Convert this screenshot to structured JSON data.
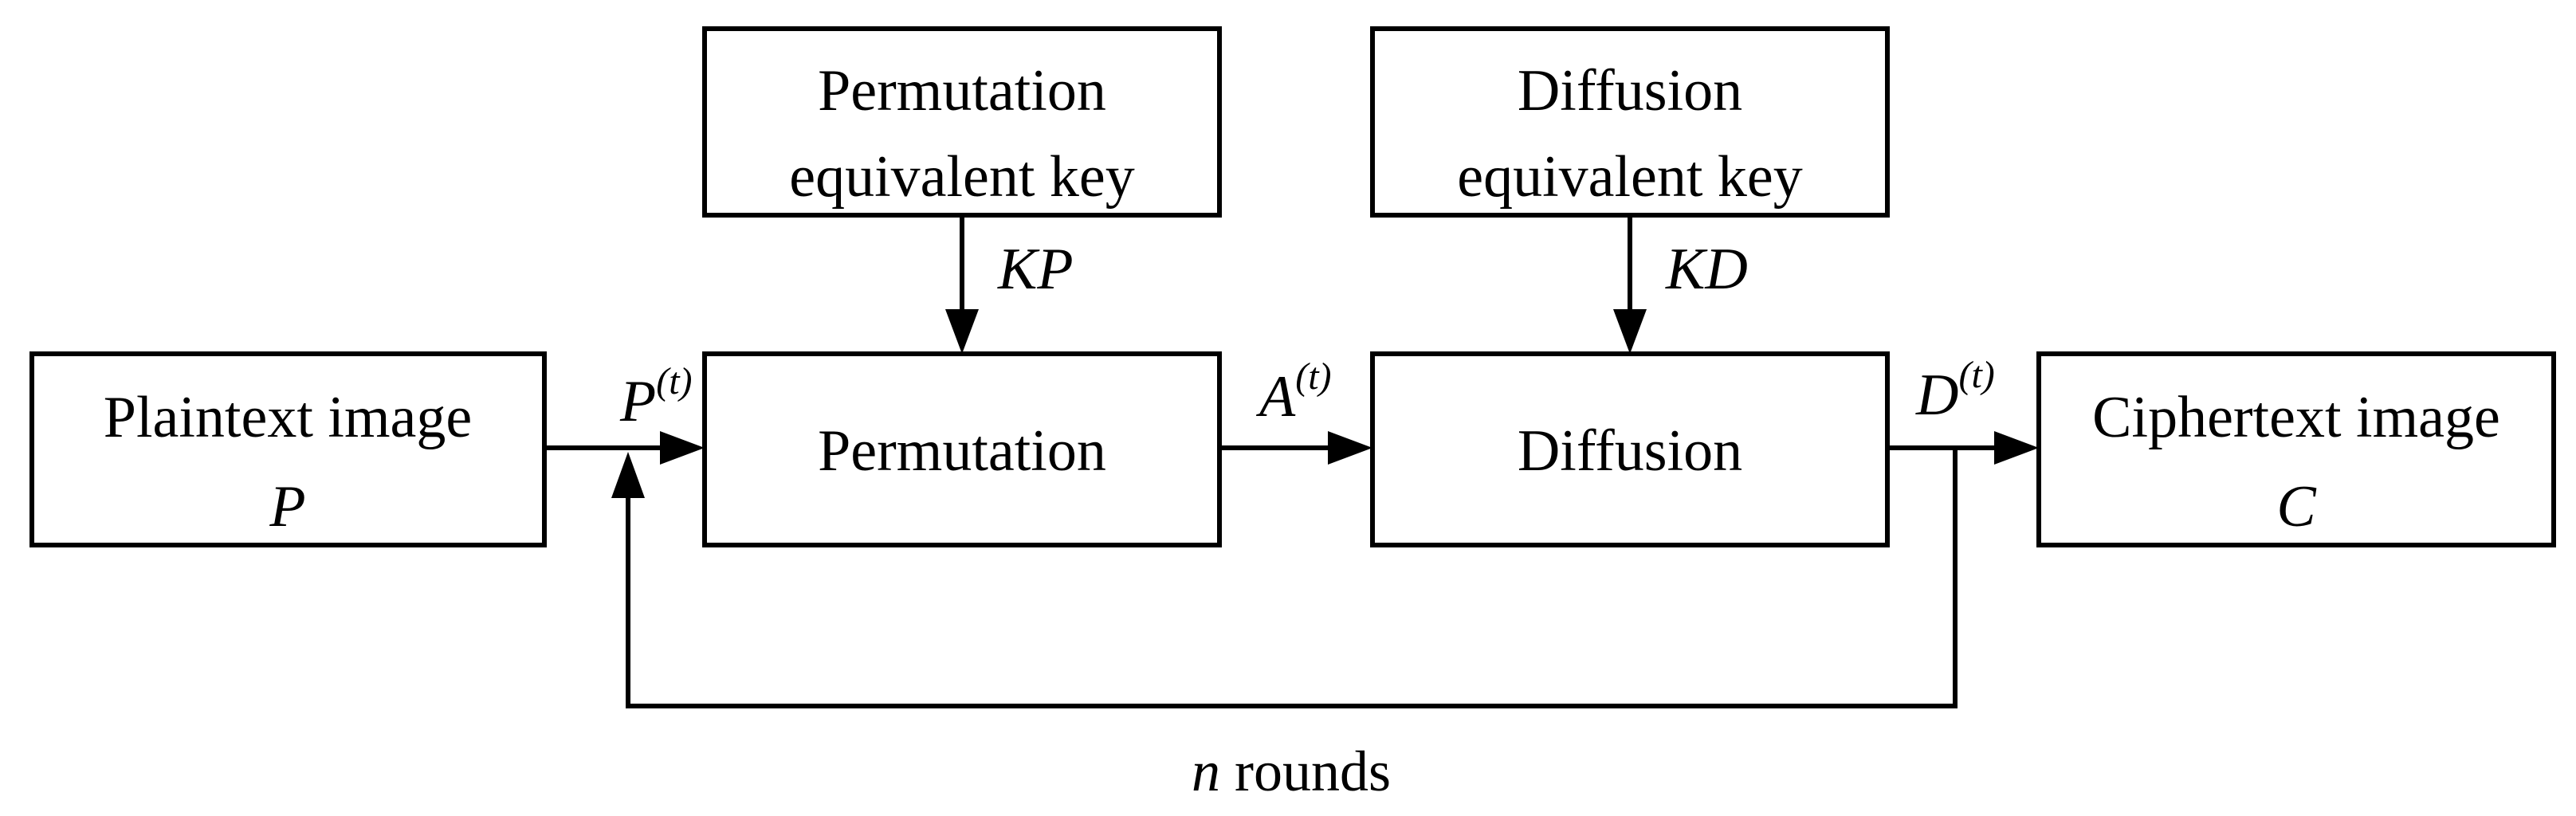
{
  "diagram": {
    "boxes": {
      "plaintext": {
        "line1": "Plaintext image",
        "symbol": "P"
      },
      "permutation_key": {
        "line1": "Permutation",
        "line2": "equivalent key"
      },
      "diffusion_key": {
        "line1": "Diffusion",
        "line2": "equivalent key"
      },
      "permutation": {
        "label": "Permutation"
      },
      "diffusion": {
        "label": "Diffusion"
      },
      "ciphertext": {
        "line1": "Ciphertext image",
        "symbol": "C"
      }
    },
    "edge_labels": {
      "kp": "KP",
      "kd": "KD",
      "p": {
        "base": "P",
        "sup": "(t)"
      },
      "a": {
        "base": "A",
        "sup": "(t)"
      },
      "d": {
        "base": "D",
        "sup": "(t)"
      },
      "rounds": {
        "var": "n",
        "word": "rounds"
      }
    },
    "colors": {
      "ink": "#000000",
      "background": "#ffffff"
    }
  }
}
